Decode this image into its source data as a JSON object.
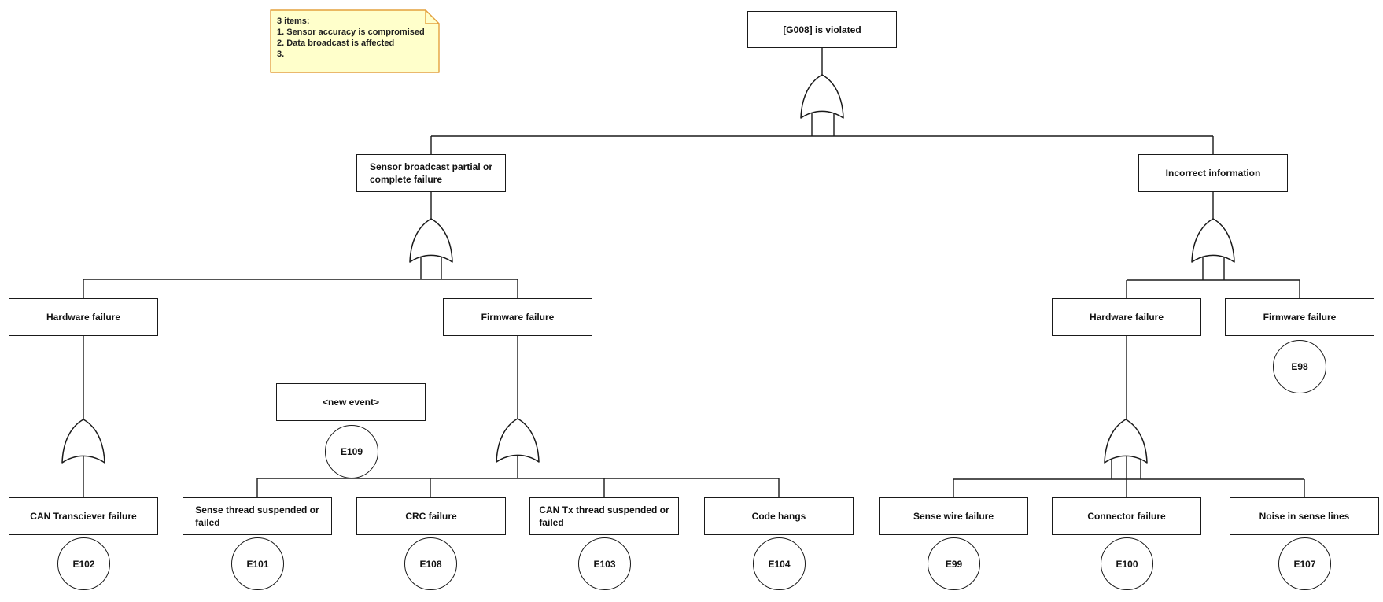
{
  "colors": {
    "note-fill": "#ffffcb",
    "note-border": "#e3a13d",
    "line": "#1a1a1a"
  },
  "note": {
    "lines": [
      "3 items:",
      "1. Sensor accuracy is compromised",
      "2. Data broadcast is affected",
      "3."
    ]
  },
  "nodes": {
    "g008": {
      "label": "[G008] is violated"
    },
    "sensor_broadcast": {
      "label": "Sensor broadcast partial or\ncomplete failure"
    },
    "incorrect_information": {
      "label": "Incorrect information"
    },
    "hardware_failure_left": {
      "label": "Hardware failure"
    },
    "firmware_failure_left": {
      "label": "Firmware failure"
    },
    "new_event": {
      "label": "<new event>"
    },
    "can_transciever": {
      "label": "CAN Transciever failure"
    },
    "sense_thread": {
      "label": "Sense thread suspended or\nfailed"
    },
    "crc_failure": {
      "label": "CRC failure"
    },
    "can_tx_thread": {
      "label": "CAN Tx thread suspended or\nfailed"
    },
    "code_hangs": {
      "label": "Code hangs"
    },
    "hardware_failure_right": {
      "label": "Hardware failure"
    },
    "firmware_failure_right": {
      "label": "Firmware failure"
    },
    "sense_wire": {
      "label": "Sense wire failure"
    },
    "connector_failure": {
      "label": "Connector failure"
    },
    "noise_sense_lines": {
      "label": "Noise in sense lines"
    }
  },
  "events": {
    "e109": "E109",
    "e102": "E102",
    "e101": "E101",
    "e108": "E108",
    "e103": "E103",
    "e104": "E104",
    "e98": "E98",
    "e99": "E99",
    "e100": "E100",
    "e107": "E107"
  }
}
